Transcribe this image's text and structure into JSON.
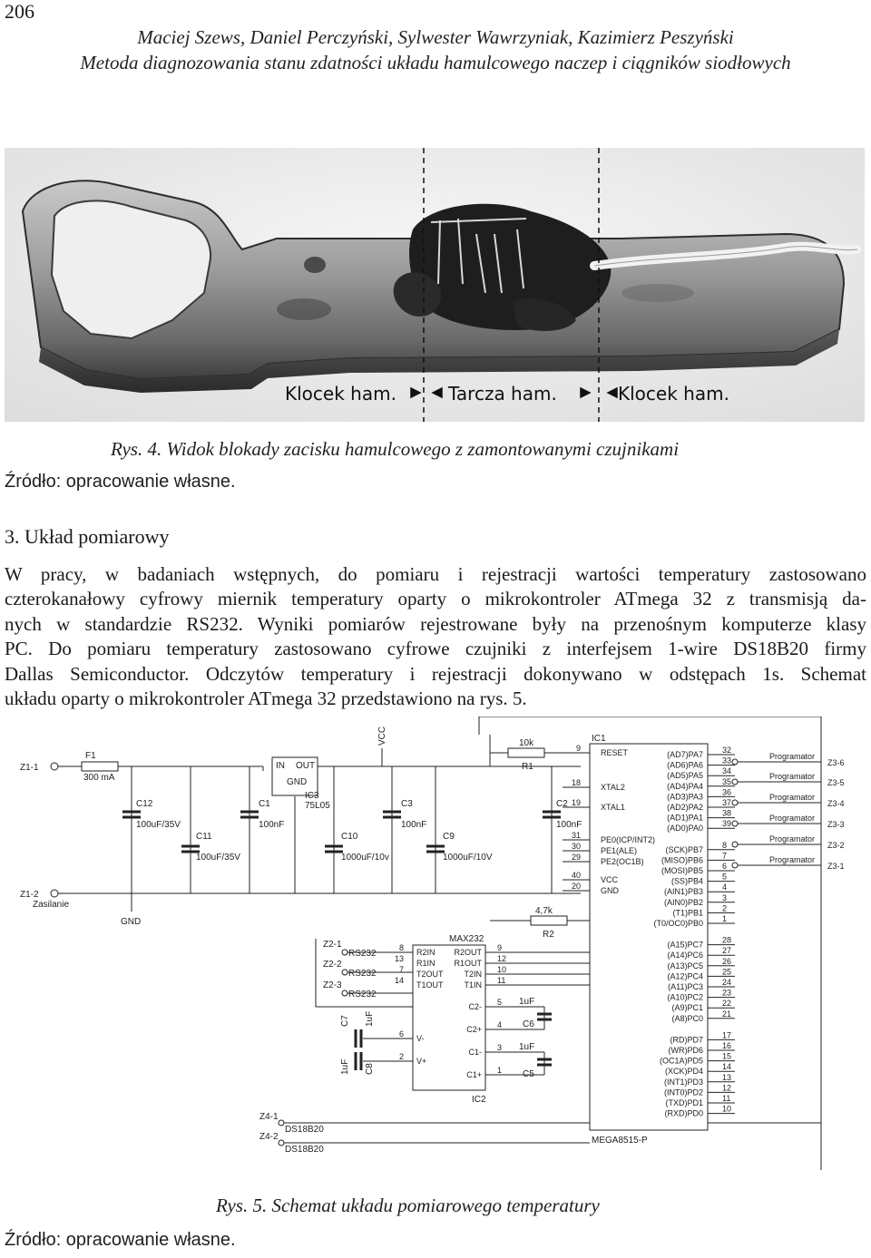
{
  "page_number": "206",
  "running_head": {
    "authors": "Maciej Szews, Daniel Perczyński, Sylwester Wawrzyniak, Kazimierz Peszyński",
    "title": "Metoda diagnozowania stanu zdatności układu hamulcowego naczep i ciągników siodłowych"
  },
  "figure4": {
    "labels": [
      "Klocek ham.",
      "Tarcza ham.",
      "Klocek ham."
    ],
    "caption": "Rys. 4. Widok blokady zacisku hamulcowego z zamontowanymi czujnikami",
    "source": "Źródło: opracowanie własne."
  },
  "section": {
    "heading": "3. Układ pomiarowy",
    "lines": [
      "W pracy, w badaniach wstępnych, do pomiaru i rejestracji wartości temperatury zastosowano",
      "czterokanałowy cyfrowy miernik temperatury oparty o mikrokontroler ATmega 32 z transmisją da-",
      "nych w standardzie RS232. Wyniki pomiarów rejestrowane były na przenośnym komputerze klasy",
      "PC. Do pomiaru temperatury zastosowano cyfrowe czujniki z interfejsem 1-wire DS18B20 firmy",
      "Dallas Semiconductor. Odczytów temperatury i rejestracji dokonywano w odstępach 1s. Schemat",
      "układu oparty o mikrokontroler ATmega 32 przedstawiono na rys. 5."
    ]
  },
  "figure5": {
    "caption": "Rys. 5. Schemat układu pomiarowego temperatury",
    "source": "Źródło: opracowanie własne.",
    "schematic": {
      "connectors_left": [
        "Z1-1",
        "Z1-2",
        "Zasilanie",
        "GND"
      ],
      "f1": [
        "F1",
        "300 mA"
      ],
      "c12": [
        "C12",
        "100uF/35V"
      ],
      "c11": [
        "C11",
        "100uF/35V"
      ],
      "c1": [
        "C1",
        "100nF"
      ],
      "ic3": [
        "IN",
        "OUT",
        "GND",
        "IC3",
        "75L05"
      ],
      "c10": [
        "C10",
        "1000uF/10v"
      ],
      "c3": [
        "C3",
        "100nF"
      ],
      "c9": [
        "C9",
        "1000uF/10V"
      ],
      "vcc": "VCC",
      "r1": [
        "10k",
        "R1"
      ],
      "c2": [
        "C2",
        "100nF"
      ],
      "r2": [
        "4,7k",
        "R2"
      ],
      "ic1": "IC1",
      "ic1_left_pins": [
        {
          "num": "9",
          "name": "RESET"
        },
        {
          "num": "18",
          "name": "XTAL2"
        },
        {
          "num": "19",
          "name": "XTAL1"
        },
        {
          "num": "31",
          "name": "PE0(ICP/INT2)"
        },
        {
          "num": "30",
          "name": "PE1(ALE)"
        },
        {
          "num": "29",
          "name": "PE2(OC1B)"
        },
        {
          "num": "40",
          "name": "VCC"
        },
        {
          "num": "20",
          "name": "GND"
        }
      ],
      "ic1_right_pins": [
        {
          "name": "(AD7)PA7",
          "num": "32"
        },
        {
          "name": "(AD6)PA6",
          "num": "33"
        },
        {
          "name": "(AD5)PA5",
          "num": "34"
        },
        {
          "name": "(AD4)PA4",
          "num": "35"
        },
        {
          "name": "(AD3)PA3",
          "num": "36"
        },
        {
          "name": "(AD2)PA2",
          "num": "37"
        },
        {
          "name": "(AD1)PA1",
          "num": "38"
        },
        {
          "name": "(AD0)PA0",
          "num": "39"
        },
        {
          "name": "(SCK)PB7",
          "num": "8"
        },
        {
          "name": "(MISO)PB6",
          "num": "7"
        },
        {
          "name": "(MOSI)PB5",
          "num": "6"
        },
        {
          "name": "(SS)PB4",
          "num": "5"
        },
        {
          "name": "(AIN1)PB3",
          "num": "4"
        },
        {
          "name": "(AIN0)PB2",
          "num": "3"
        },
        {
          "name": "(T1)PB1",
          "num": "2"
        },
        {
          "name": "(T0/OC0)PB0",
          "num": "1"
        },
        {
          "name": "(A15)PC7",
          "num": "28"
        },
        {
          "name": "(A14)PC6",
          "num": "27"
        },
        {
          "name": "(A13)PC5",
          "num": "26"
        },
        {
          "name": "(A12)PC4",
          "num": "25"
        },
        {
          "name": "(A11)PC3",
          "num": "24"
        },
        {
          "name": "(A10)PC2",
          "num": "23"
        },
        {
          "name": "(A9)PC1",
          "num": "22"
        },
        {
          "name": "(A8)PC0",
          "num": "21"
        },
        {
          "name": "(RD)PD7",
          "num": "17"
        },
        {
          "name": "(WR)PD6",
          "num": "16"
        },
        {
          "name": "(OC1A)PD5",
          "num": "15"
        },
        {
          "name": "(XCK)PD4",
          "num": "14"
        },
        {
          "name": "(INT1)PD3",
          "num": "13"
        },
        {
          "name": "(INT0)PD2",
          "num": "12"
        },
        {
          "name": "(TXD)PD1",
          "num": "11"
        },
        {
          "name": "(RXD)PD0",
          "num": "10"
        }
      ],
      "ic1_part": "MEGA8515-P",
      "programator": [
        {
          "label": "Programator",
          "conn": "Z3-6"
        },
        {
          "label": "Programator",
          "conn": "Z3-5"
        },
        {
          "label": "Programator",
          "conn": "Z3-4"
        },
        {
          "label": "Programator",
          "conn": "Z3-3"
        },
        {
          "label": "Programator",
          "conn": "Z3-2"
        },
        {
          "label": "Programator",
          "conn": "Z3-1"
        }
      ],
      "rs232_conns": [
        {
          "conn": "Z2-1",
          "label": "RS232"
        },
        {
          "conn": "Z2-2",
          "label": "RS232"
        },
        {
          "conn": "Z2-3",
          "label": "RS232"
        }
      ],
      "ic2_title": "MAX232",
      "ic2_name": "IC2",
      "ic2_left_pins": [
        {
          "num": "8",
          "name": "R2IN"
        },
        {
          "num": "13",
          "name": "R1IN"
        },
        {
          "num": "7",
          "name": "T2OUT"
        },
        {
          "num": "14",
          "name": "T1OUT"
        },
        {
          "num": "6",
          "name": "V-"
        },
        {
          "num": "2",
          "name": "V+"
        }
      ],
      "ic2_right_pins": [
        {
          "name": "R2OUT",
          "num": "9"
        },
        {
          "name": "R1OUT",
          "num": "12"
        },
        {
          "name": "T2IN",
          "num": "10"
        },
        {
          "name": "T1IN",
          "num": "11"
        },
        {
          "name": "C2-",
          "num": "5"
        },
        {
          "name": "C2+",
          "num": "4"
        },
        {
          "name": "C1-",
          "num": "3"
        },
        {
          "name": "C1+",
          "num": "1"
        }
      ],
      "c7": [
        "C7",
        "1uF"
      ],
      "c8": [
        "C8",
        "1uF"
      ],
      "c6": [
        "1uF",
        "C6"
      ],
      "c5": [
        "1uF",
        "C5"
      ],
      "ds18b20": [
        {
          "conn": "Z4-1",
          "label": "DS18B20"
        },
        {
          "conn": "Z4-2",
          "label": "DS18B20"
        }
      ]
    }
  }
}
